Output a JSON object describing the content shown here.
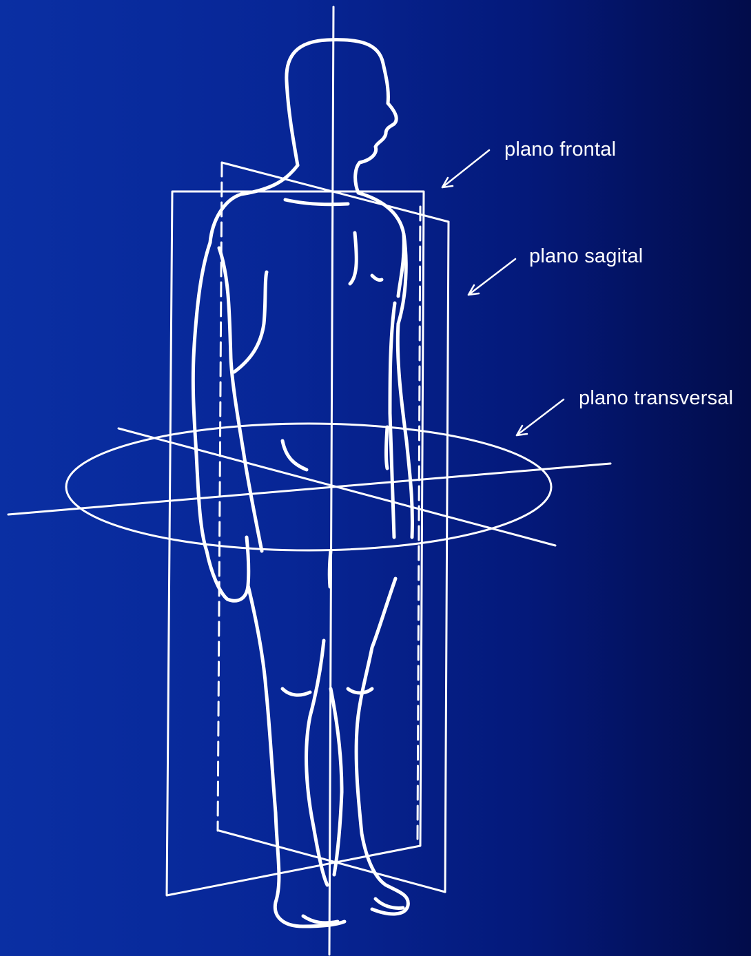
{
  "labels": {
    "frontal": "plano frontal",
    "sagital": "plano sagital",
    "transversal": "plano transversal"
  },
  "colors": {
    "background_left": "#0a2fa3",
    "background_right": "#020c4a",
    "line": "#ffffff"
  }
}
